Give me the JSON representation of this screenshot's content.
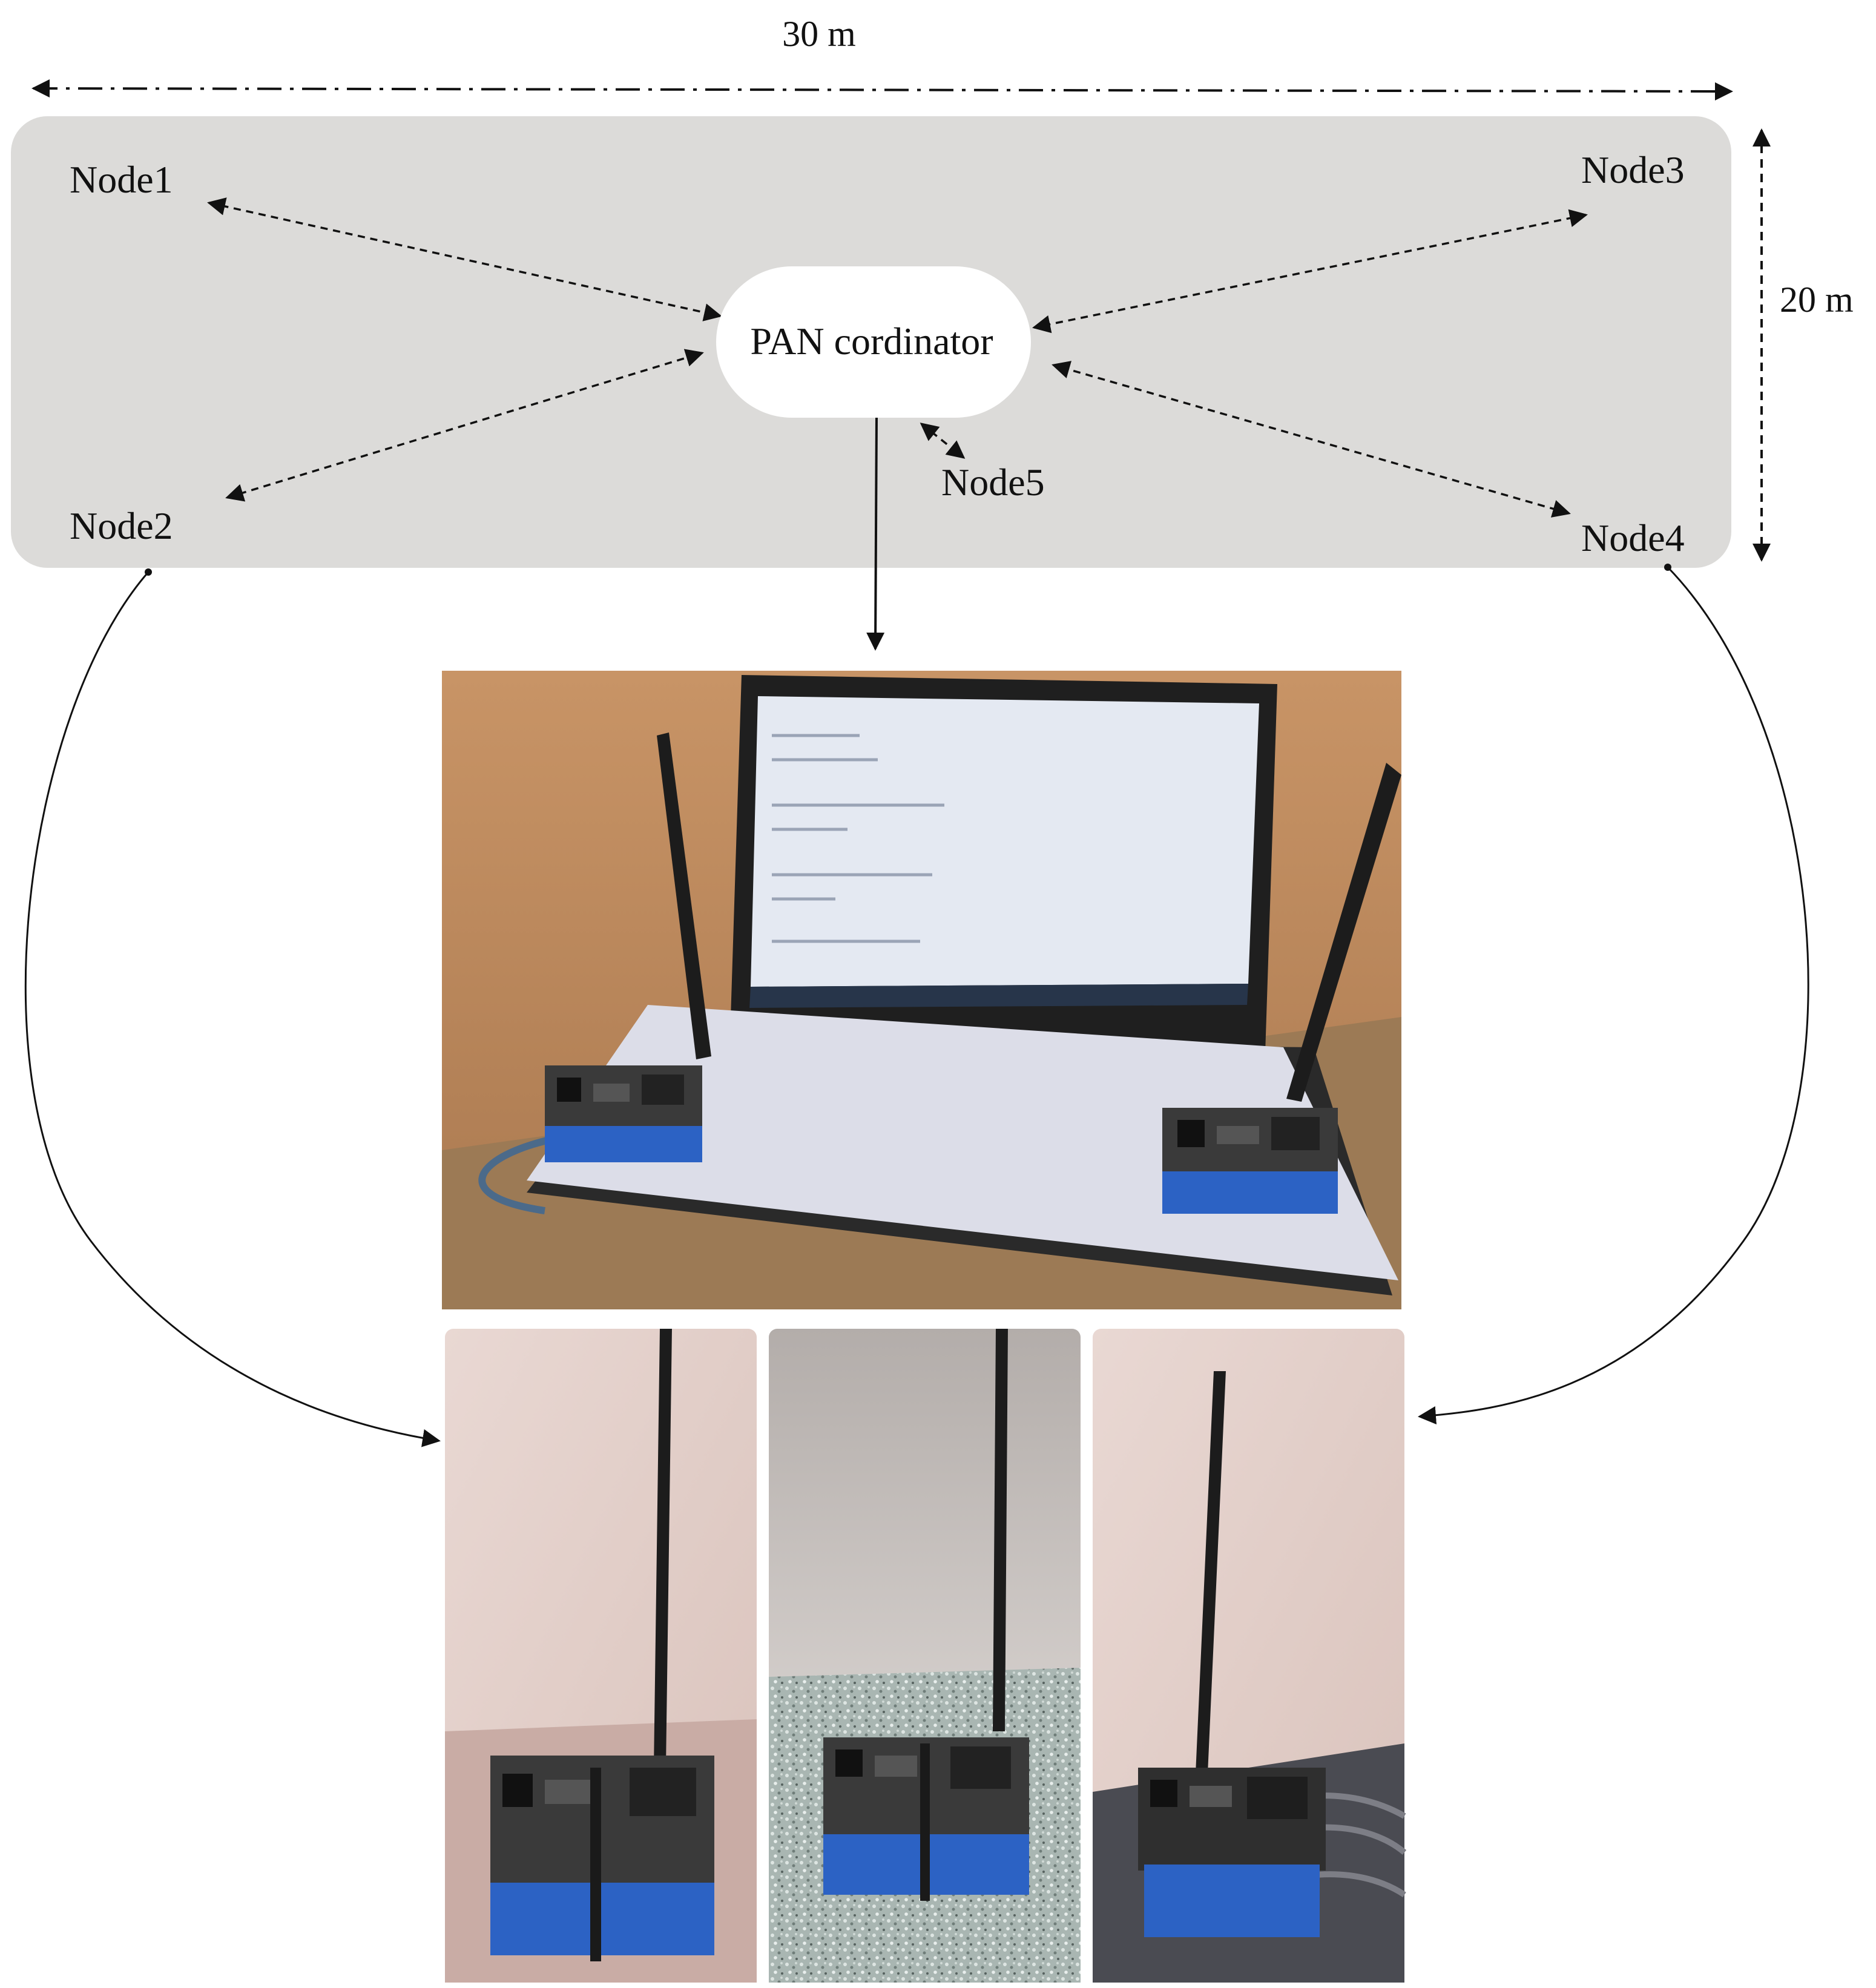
{
  "dimensions": {
    "width_label": "30 m",
    "height_label": "20 m"
  },
  "coordinator": {
    "label": "PAN cordinator"
  },
  "nodes": [
    {
      "id": "node1",
      "label": "Node1"
    },
    {
      "id": "node2",
      "label": "Node2"
    },
    {
      "id": "node3",
      "label": "Node3"
    },
    {
      "id": "node4",
      "label": "Node4"
    },
    {
      "id": "node5",
      "label": "Node5"
    }
  ],
  "colors": {
    "area": "#dcdbd9",
    "coordinator_fill": "#ffffff",
    "line": "#111111",
    "wall": "#bf8c5c",
    "table": "#9c7a55",
    "board": "#3a3a3a",
    "battery": "#2c62c4",
    "antenna": "#1c1c1c",
    "screen": "#e4e9f2"
  }
}
